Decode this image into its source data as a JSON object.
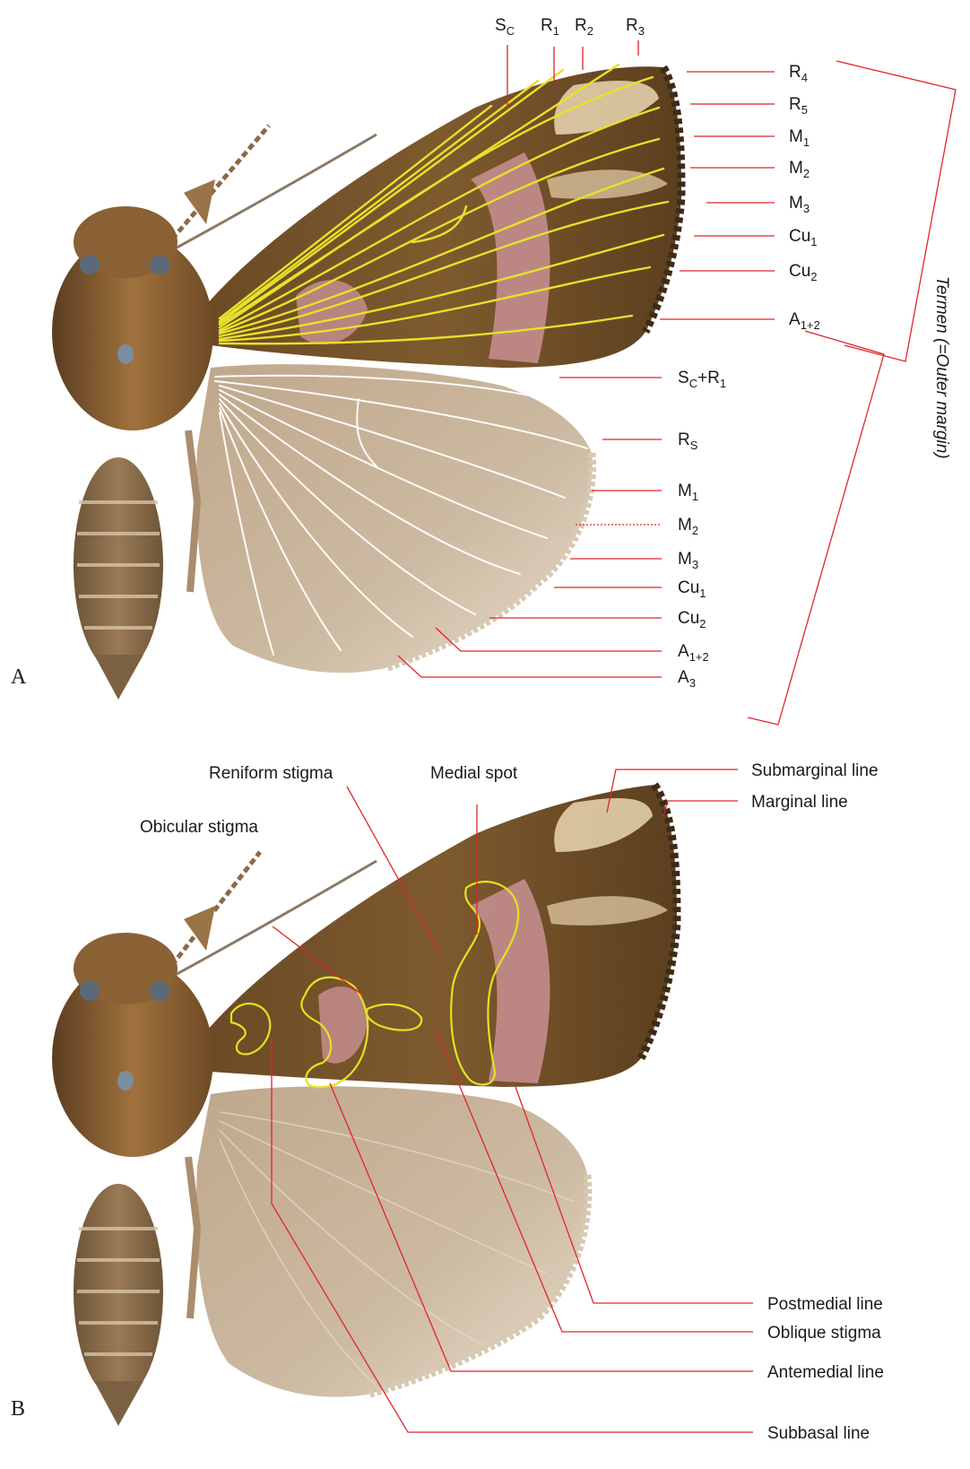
{
  "panels": {
    "a": "A",
    "b": "B"
  },
  "side_label": "Termen (=Outer margin)",
  "panel_a": {
    "top_labels": [
      {
        "main": "S",
        "sub": "C"
      },
      {
        "main": "R",
        "sub": "1"
      },
      {
        "main": "R",
        "sub": "2"
      },
      {
        "main": "R",
        "sub": "3"
      }
    ],
    "forewing_labels": [
      {
        "main": "R",
        "sub": "4"
      },
      {
        "main": "R",
        "sub": "5"
      },
      {
        "main": "M",
        "sub": "1"
      },
      {
        "main": "M",
        "sub": "2"
      },
      {
        "main": "M",
        "sub": "3"
      },
      {
        "main": "Cu",
        "sub": "1"
      },
      {
        "main": "Cu",
        "sub": "2"
      },
      {
        "main": "A",
        "sub": "1+2"
      }
    ],
    "hindwing_labels": [
      {
        "main": "S",
        "sub": "C",
        "tail": "+R",
        "tailsub": "1"
      },
      {
        "main": "R",
        "sub": "S"
      },
      {
        "main": "M",
        "sub": "1"
      },
      {
        "main": "M",
        "sub": "2"
      },
      {
        "main": "M",
        "sub": "3"
      },
      {
        "main": "Cu",
        "sub": "1"
      },
      {
        "main": "Cu",
        "sub": "2"
      },
      {
        "main": "A",
        "sub": "1+2"
      },
      {
        "main": "A",
        "sub": "3"
      }
    ]
  },
  "panel_b": {
    "labels": {
      "reniform": "Reniform stigma",
      "medial": "Medial spot",
      "orbicular": "Obicular stigma",
      "submarginal": "Submarginal line",
      "marginal": "Marginal  line",
      "postmedial": "Postmedial line",
      "oblique": "Oblique stigma",
      "antemedial": "Antemedial line",
      "subbasal": "Subbasal line"
    }
  },
  "colors": {
    "leader": "#e0242b",
    "vein_forewing": "#e6e22a",
    "vein_hindwing": "#ffffff",
    "forewing_brown": "#7a5326",
    "forewing_pink": "#c98f8d",
    "hindwing_tan": "#cdb9a0"
  }
}
